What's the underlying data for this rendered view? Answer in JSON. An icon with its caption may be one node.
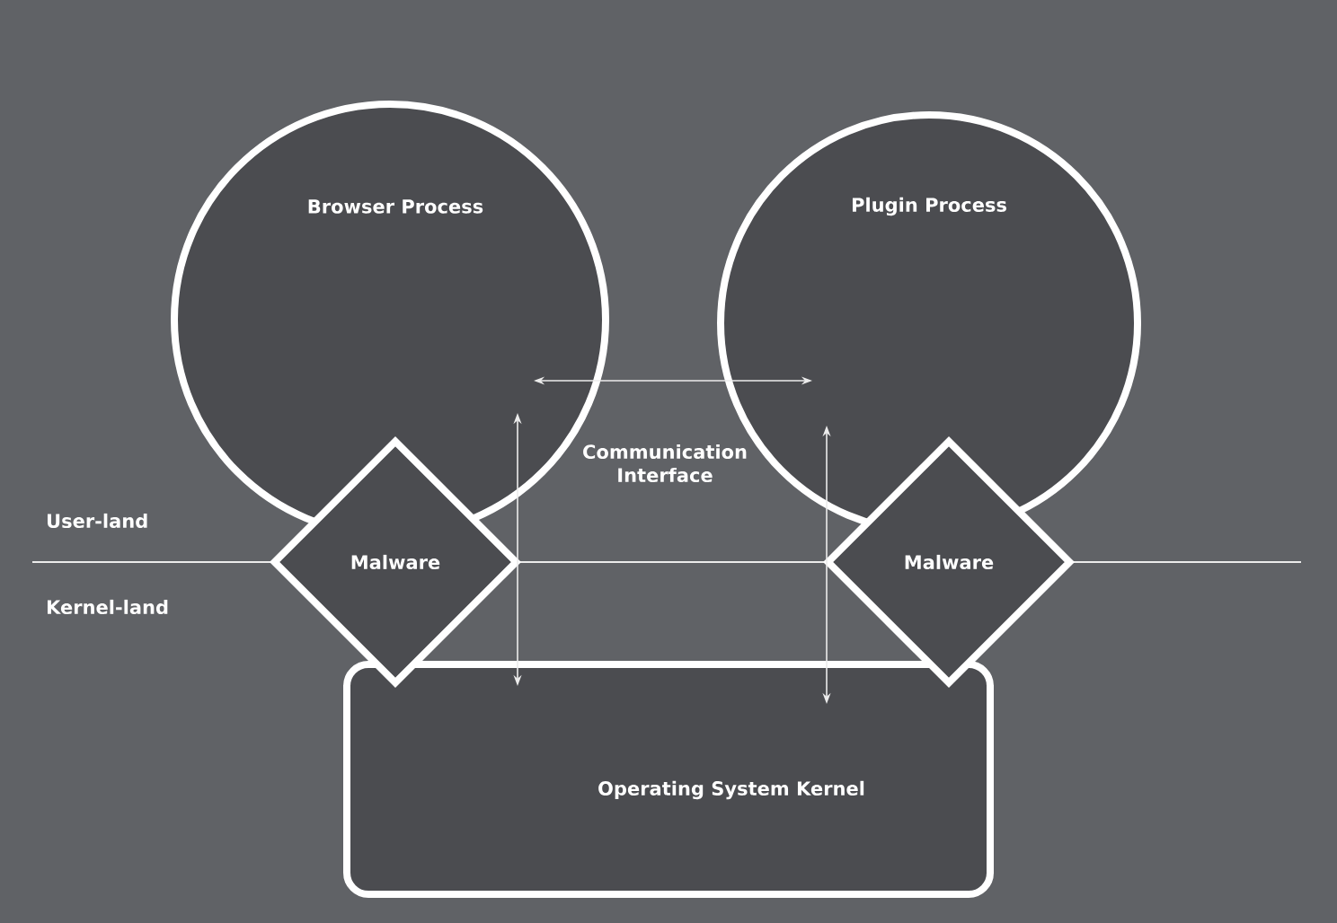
{
  "diagram": {
    "nodes": [
      {
        "text": [
          "Browser Process"
        ]
      },
      {
        "text": [
          "Plugin Process"
        ]
      },
      {
        "text": [
          "Malware"
        ]
      },
      {
        "text": [
          "Malware"
        ]
      },
      {
        "text": [
          "Operating System Kernel"
        ]
      }
    ],
    "edges": [
      {
        "from": 0,
        "to": 1,
        "arrow": "both"
      },
      {
        "from": 0,
        "to": 4,
        "arrow": "both"
      },
      {
        "from": 1,
        "to": 4,
        "arrow": "both"
      }
    ],
    "labels": [
      "Communication Interface",
      "User-land",
      "Kernel-land"
    ]
  }
}
